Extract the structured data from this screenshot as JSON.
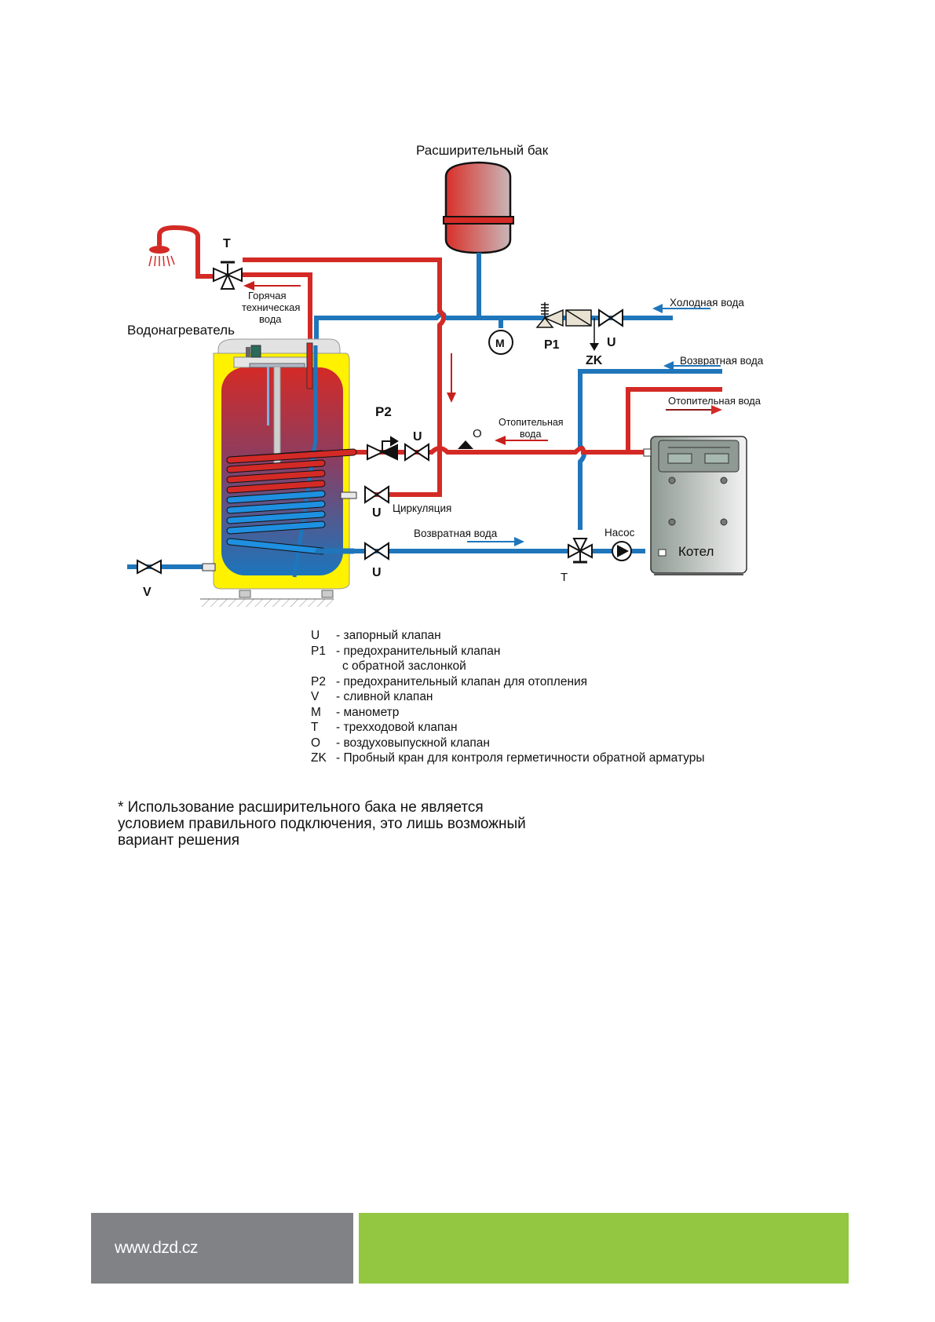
{
  "diagram": {
    "labels": {
      "expansion_tank": "Расширительный бак",
      "water_heater": "Водонагреватель",
      "hot_water_line1": "Горячая",
      "hot_water_line2": "техническая",
      "hot_water_line3": "вода",
      "cold_water": "Холодная вода",
      "return_water_top": "Возвратная  вода",
      "heating_water_right": "Отопительная вода",
      "heating_water_mid_line1": "Отопительная",
      "heating_water_mid_line2": "вода",
      "circulation": "Циркуляция",
      "return_water_bottom": "Возвратная  вода",
      "pump": "Насос",
      "boiler": "Котел"
    },
    "valve_codes": {
      "T_top": "T",
      "T_bottom": "T",
      "M": "M",
      "P1": "P1",
      "P2": "P2",
      "U_cold": "U",
      "U_heating": "U",
      "U_circulation": "U",
      "U_return": "U",
      "ZK": "ZK",
      "O": "O",
      "V": "V"
    },
    "colors": {
      "hot_pipe": "#d42a26",
      "cold_pipe": "#1f76bb",
      "tank_jacket": "#fff200",
      "footer_grey": "#818286",
      "footer_green": "#93c641"
    }
  },
  "legend": [
    {
      "code": "U",
      "desc": "- запорный клапан"
    },
    {
      "code": "P1",
      "desc": "- предохранительный клапан"
    },
    {
      "code": "",
      "desc": "с обратной заслонкой",
      "continuation": true
    },
    {
      "code": "P2",
      "desc": "- предохранительный клапан для отопления"
    },
    {
      "code": "V",
      "desc": "- сливной клапан"
    },
    {
      "code": "M",
      "desc": "- манометр"
    },
    {
      "code": "T",
      "desc": "- трехходовой клапан"
    },
    {
      "code": "O",
      "desc": "- воздуховыпускной клапан"
    },
    {
      "code": "ZK",
      "desc": "- Пробный кран для контроля герметичности обратной арматуры"
    }
  ],
  "note": {
    "line1": "* Использование расширительного бака не является",
    "line2": "условием правильного подключения, это лишь возможный",
    "line3": "вариант решения"
  },
  "footer": {
    "url": "www.dzd.cz"
  }
}
